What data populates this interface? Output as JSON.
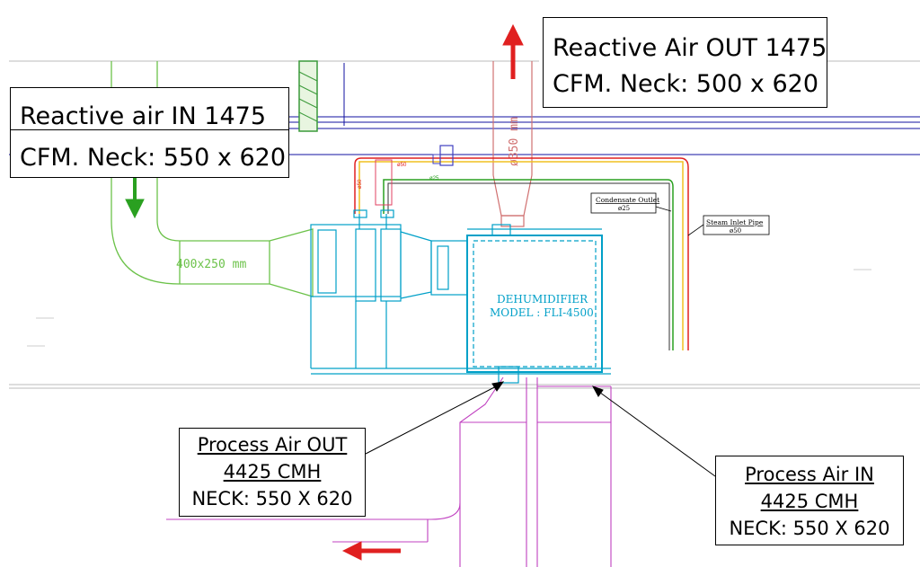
{
  "callouts": {
    "reactive_out": {
      "line1": "Reactive Air OUT 1475",
      "line2": "CFM.  Neck: 500 x 620"
    },
    "reactive_in": {
      "line1": "Reactive air IN 1475",
      "line2": "CFM. Neck: 550 x 620"
    },
    "process_out": {
      "line1": "Process Air OUT",
      "line2": "4425 CMH",
      "line3": "NECK: 550 X 620"
    },
    "process_in": {
      "line1": "Process Air IN",
      "line2": "4425 CMH",
      "line3": "NECK: 550 X 620"
    }
  },
  "labels": {
    "duct_reactive_in": "400x250 mm",
    "duct_reactive_out": "ø350 mm",
    "unit_name": "DEHUMIDIFIER",
    "unit_model": "MODEL : FLI-4500",
    "condensate_title": "Condensate Outlet",
    "condensate_size": "ø25",
    "steam_title": "Steam Inlet Pipe",
    "steam_size": "ø50",
    "pipe_tag_1": "ø50",
    "pipe_tag_2": "ø25",
    "pipe_tag_3": "ø50"
  },
  "colors": {
    "reactive_duct": "#6cc24a",
    "process_duct": "#c040c0",
    "dehumidifier": "#00a0c8",
    "reactive_out_duct": "#d07070",
    "arrow_red": "#e02020",
    "arrow_green": "#2aa020",
    "structure_blue": "#1010a0"
  }
}
